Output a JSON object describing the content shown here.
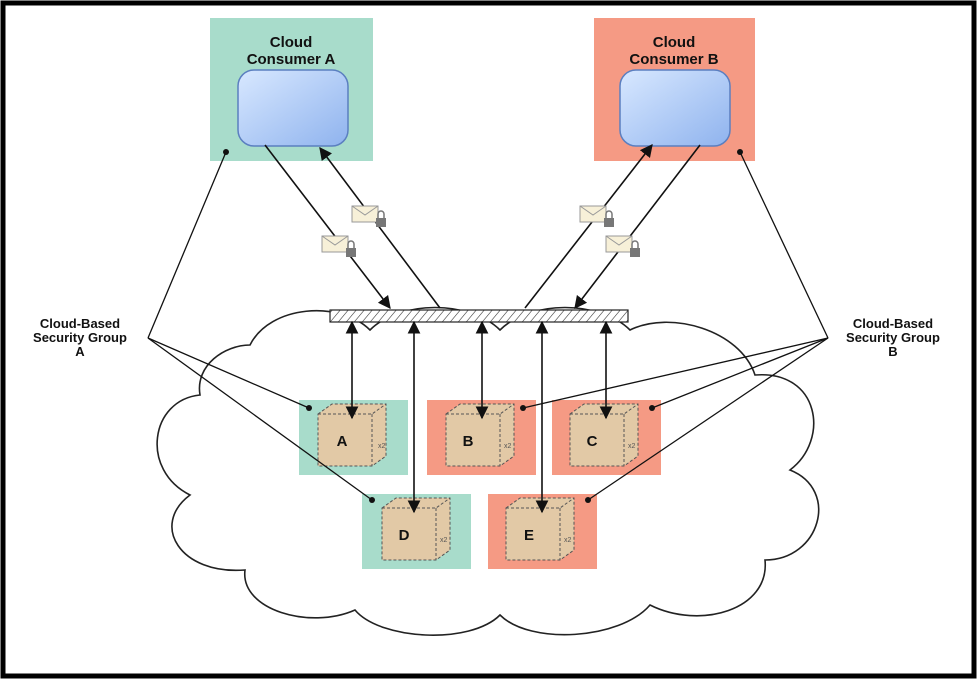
{
  "consumers": [
    {
      "id": "A",
      "line1": "Cloud",
      "line2": "Consumer A",
      "color": "#a8dccb"
    },
    {
      "id": "B",
      "line1": "Cloud",
      "line2": "Consumer B",
      "color": "#f59a84"
    }
  ],
  "groups": [
    {
      "id": "A",
      "line1": "Cloud-Based",
      "line2": "Security Group",
      "line3": "A"
    },
    {
      "id": "B",
      "line1": "Cloud-Based",
      "line2": "Security Group",
      "line3": "B"
    }
  ],
  "vms": [
    {
      "label": "A",
      "group": "A"
    },
    {
      "label": "B",
      "group": "B"
    },
    {
      "label": "C",
      "group": "B"
    },
    {
      "label": "D",
      "group": "A"
    },
    {
      "label": "E",
      "group": "B"
    }
  ],
  "vm_badge": "x2",
  "colors": {
    "group_a": "#a8dccb",
    "group_b": "#f59a84",
    "server_box": "#e2c9a6",
    "screen": "#a9c8f5"
  }
}
